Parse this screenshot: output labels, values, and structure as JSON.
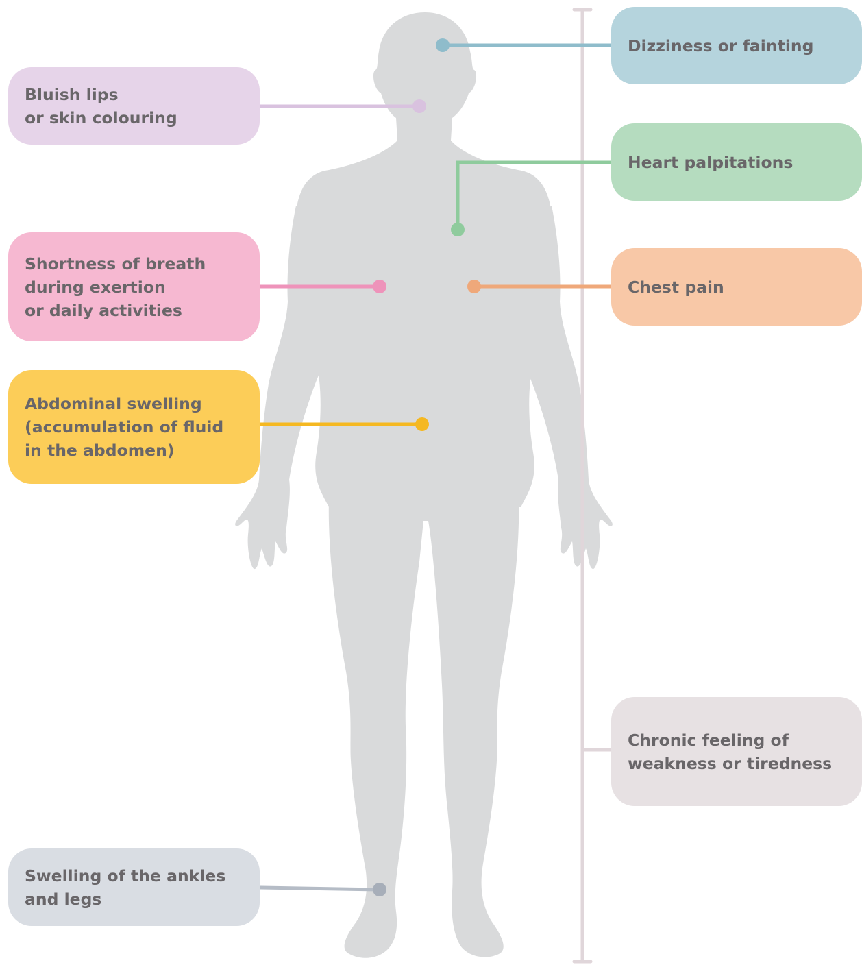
{
  "colors": {
    "body": "#d9dadb",
    "bar": "#e0d6da",
    "text": "#696669"
  },
  "symptoms": {
    "dizziness": {
      "label": "Dizziness or fainting",
      "box": "#b5d4dd",
      "line": "#8fbccb",
      "dot": "#8fbccb"
    },
    "palpitations": {
      "label": "Heart palpitations",
      "box": "#b5dcbf",
      "line": "#8fcb9d",
      "dot": "#8fcb9d"
    },
    "chest_pain": {
      "label": "Chest pain",
      "box": "#f8c8a7",
      "line": "#efa87a",
      "dot": "#efa87a"
    },
    "fatigue": {
      "label": "Chronic feeling of\nweakness or tiredness",
      "box": "#e7e1e3",
      "line": "#e0d6da",
      "dot": "#e0d6da"
    },
    "bluish": {
      "label": "Bluish lips\nor skin colouring",
      "box": "#e6d4e9",
      "line": "#d9c2df",
      "dot": "#d9c2df"
    },
    "breath": {
      "label": "Shortness of breath\nduring exertion\nor daily activities",
      "box": "#f6b8d1",
      "line": "#ee93ba",
      "dot": "#ee93ba"
    },
    "abdominal": {
      "label": "Abdominal swelling\n(accumulation of fluid\nin the abdomen)",
      "box": "#fccd58",
      "line": "#f5b821",
      "dot": "#f5b821"
    },
    "ankles": {
      "label": "Swelling of the ankles\nand legs",
      "box": "#d9dde3",
      "line": "#b5bcc6",
      "dot": "#a7aeb9"
    }
  }
}
